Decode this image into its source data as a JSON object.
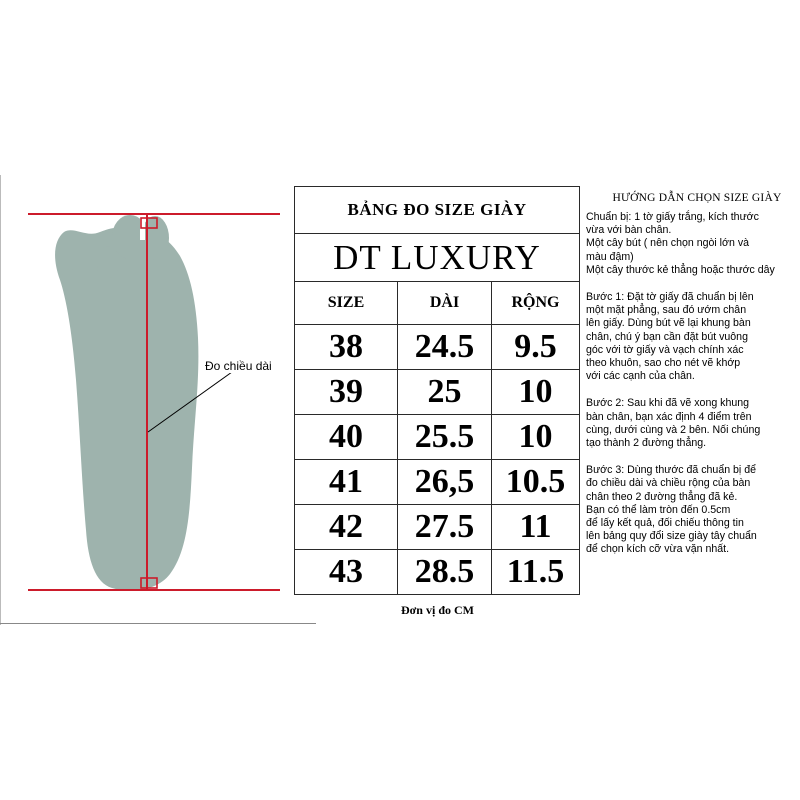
{
  "figure": {
    "measure_label": "Đo chiều dài"
  },
  "table": {
    "title": "BẢNG ĐO SIZE GIÀY",
    "brand": "DT LUXURY",
    "headers": [
      "SIZE",
      "DÀI",
      "RỘNG"
    ],
    "rows": [
      {
        "size": "38",
        "length": "24.5",
        "width": "9.5"
      },
      {
        "size": "39",
        "length": "25",
        "width": "10"
      },
      {
        "size": "40",
        "length": "25.5",
        "width": "10"
      },
      {
        "size": "41",
        "length": "26,5",
        "width": "10.5"
      },
      {
        "size": "42",
        "length": "27.5",
        "width": "11"
      },
      {
        "size": "43",
        "length": "28.5",
        "width": "11.5"
      }
    ],
    "unit_note": "Đơn vị đo CM"
  },
  "guide": {
    "title": "HƯỚNG DẪN CHỌN SIZE GIÀY",
    "prep": "Chuẩn bị: 1 tờ giấy trắng, kích thước\n vừa với bàn chân.\nMột cây bút ( nên chọn ngòi lớn và\n màu đậm)\nMột cây thước kẻ thẳng hoặc thước dây",
    "step1": "Bước 1: Đặt tờ giấy đã chuẩn bị lên\nmột mặt phẳng, sau đó ướm chân\nlên giấy. Dùng bút vẽ lại khung bàn\nchân, chú ý bạn cần đặt bút vuông\ngóc với tờ giấy và vạch chính xác\ntheo khuôn,  sao cho nét vẽ khớp\nvới các cạnh của chân.",
    "step2": "Bước 2: Sau khi đã vẽ xong khung\nbàn chân, bạn xác định 4 điểm trên\ncùng, dưới cùng và 2 bên. Nối chúng\ntạo thành 2 đường thẳng.",
    "step3": "Bước 3: Dùng thước đã chuẩn bị để\nđo chiều dài và chiều rộng của bàn\nchân theo 2 đường thẳng đã kẻ.\nBạn có thể làm tròn đến 0.5cm\nđể lấy kết quả, đối chiếu thông tin\nlên bảng quy đổi size giày tây chuẩn\nđể chọn kích cỡ vừa vặn nhất."
  },
  "colors": {
    "foot": "#9eb3ad",
    "measure_line": "#cc1b2b",
    "border": "#2a2a2a"
  }
}
